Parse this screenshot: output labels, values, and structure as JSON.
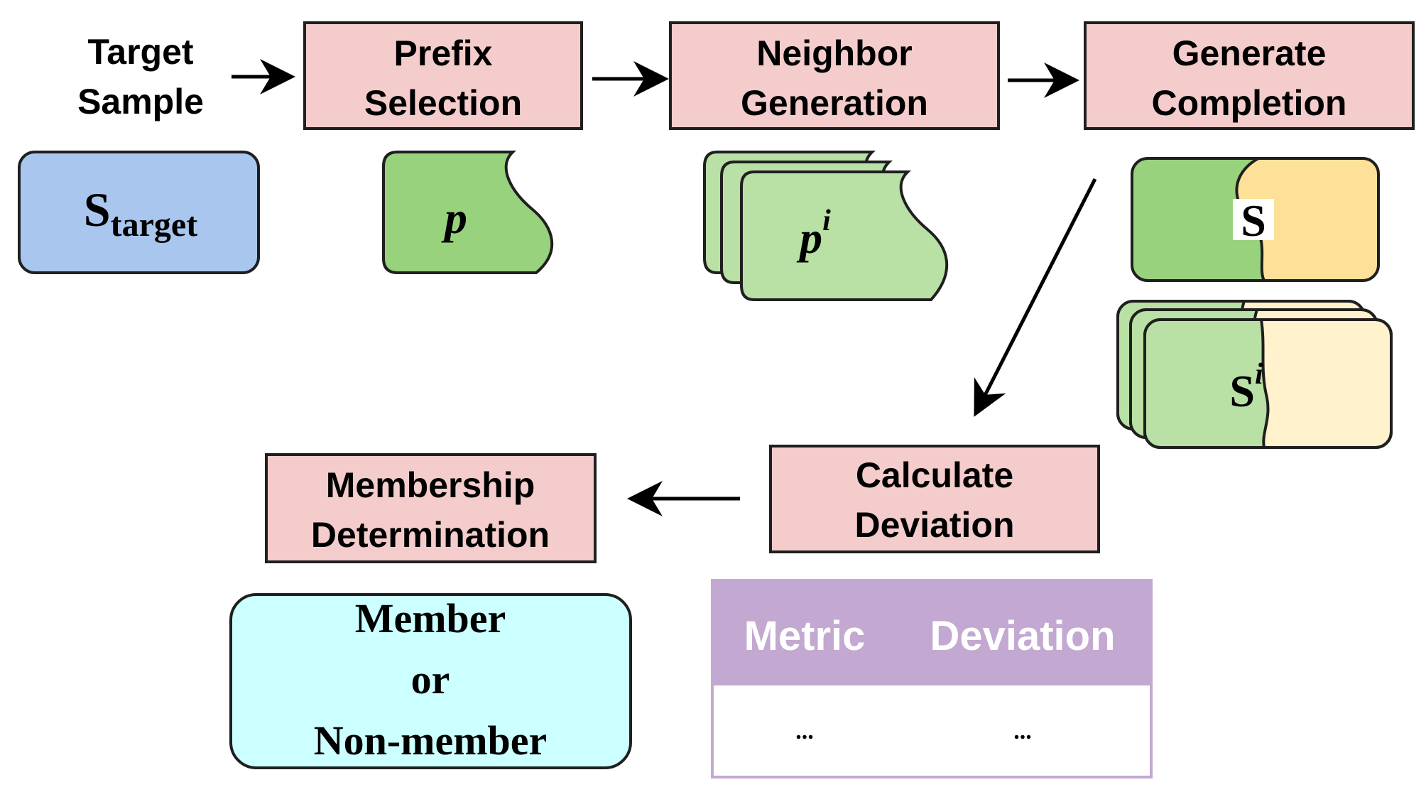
{
  "colors": {
    "step_box": "#f4cccc",
    "target_box": "#a9c6ee",
    "prefix_dark": "#98d27d",
    "prefix_light": "#b9e0a5",
    "completion_dark": "#fde199",
    "completion_light": "#fff2cc",
    "result_box": "#ccffff",
    "table_header": "#c3a8d1",
    "table_border": "#c3a8d1"
  },
  "target": {
    "label_line1": "Target",
    "label_line2": "Sample",
    "symbol": "S",
    "subscript": "target"
  },
  "steps": {
    "prefix_selection": {
      "line1": "Prefix",
      "line2": "Selection"
    },
    "neighbor_generation": {
      "line1": "Neighbor",
      "line2": "Generation"
    },
    "generate_completion": {
      "line1": "Generate",
      "line2": "Completion"
    },
    "calculate_deviation": {
      "line1": "Calculate",
      "line2": "Deviation"
    },
    "membership_determination": {
      "line1": "Membership",
      "line2": "Determination"
    }
  },
  "prefix": {
    "symbol": "p"
  },
  "neighbors": {
    "symbol": "p",
    "superscript": "i"
  },
  "completion": {
    "symbol": "S"
  },
  "neighbor_completions": {
    "symbol": "S",
    "superscript": "i"
  },
  "table": {
    "headers": [
      "Metric",
      "Deviation"
    ],
    "rows": [
      [
        "...",
        "..."
      ]
    ]
  },
  "result": {
    "line1": "Member",
    "line2": "or",
    "line3": "Non-member"
  },
  "icons": [
    "arrow-right-icon",
    "arrow-down-left-icon",
    "arrow-left-icon"
  ]
}
